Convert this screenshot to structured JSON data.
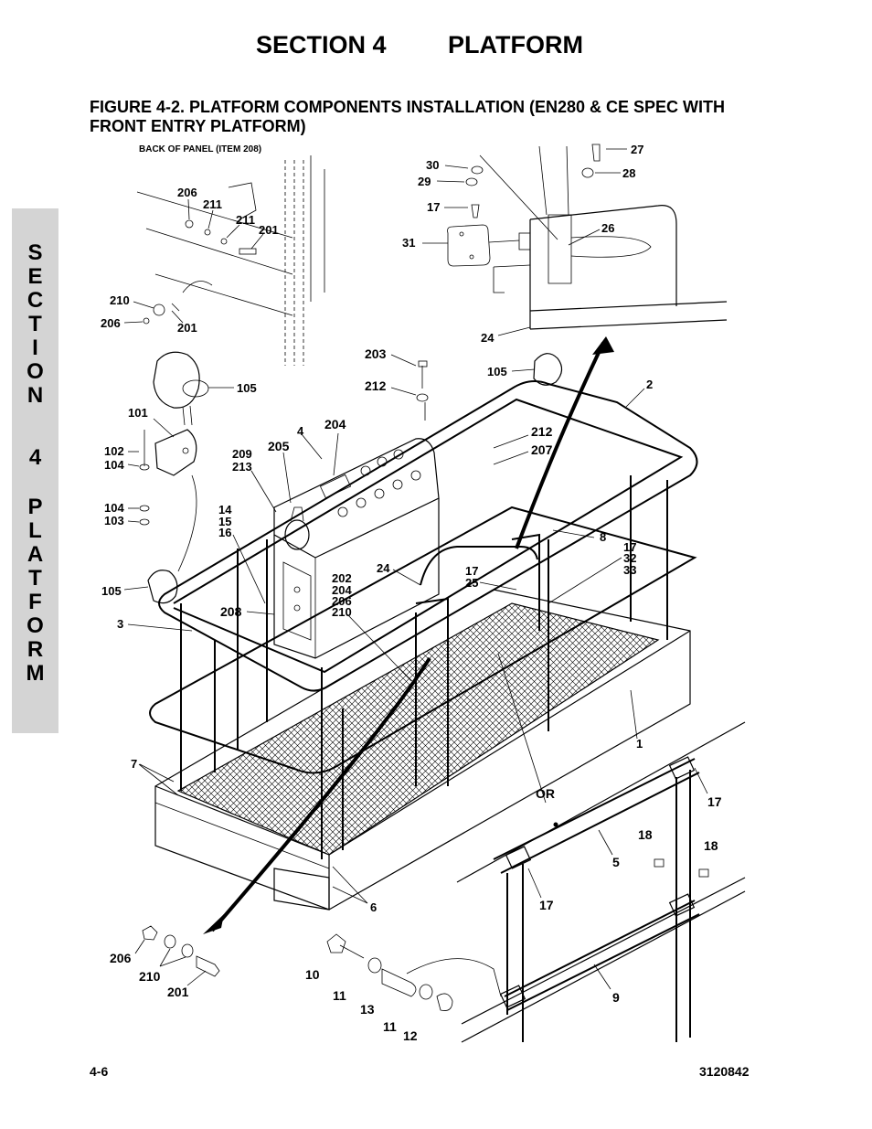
{
  "header": {
    "section": "SECTION 4",
    "title": "PLATFORM"
  },
  "figure": {
    "title": "FIGURE 4-2. PLATFORM COMPONENTS INSTALLATION (EN280 & CE SPEC WITH FRONT ENTRY PLATFORM)",
    "note": "BACK OF PANEL (ITEM 208)",
    "or_label": "OR"
  },
  "side_tab": [
    "S",
    "E",
    "C",
    "T",
    "I",
    "O",
    "N",
    "4",
    "P",
    "L",
    "A",
    "T",
    "F",
    "O",
    "R",
    "M"
  ],
  "callouts": {
    "c206a": "206",
    "c211a": "211",
    "c211b": "211",
    "c201a": "201",
    "c210a": "210",
    "c206b": "206",
    "c201b": "201",
    "c30": "30",
    "c29": "29",
    "c17a": "17",
    "c31": "31",
    "c27": "27",
    "c28": "28",
    "c26": "26",
    "c24a": "24",
    "c203": "203",
    "c212a": "212",
    "c105a": "105",
    "c2": "2",
    "c105b": "105",
    "c101": "101",
    "c102": "102",
    "c104a": "104",
    "c104b": "104",
    "c103": "103",
    "c4": "4",
    "c204": "204",
    "c205": "205",
    "c209": "209",
    "c213": "213",
    "c212b": "212",
    "c207": "207",
    "c14": "14",
    "c15": "15",
    "c16": "16",
    "c8": "8",
    "c17b": "17",
    "c32": "32",
    "c33": "33",
    "c24b": "24",
    "c17c": "17",
    "c25": "25",
    "c202": "202",
    "c204b": "204",
    "c206c": "206",
    "c210b": "210",
    "c105c": "105",
    "c208": "208",
    "c3": "3",
    "c1": "1",
    "c7": "7",
    "c17d": "17",
    "c18a": "18",
    "c18b": "18",
    "c5": "5",
    "c17e": "17",
    "c9": "9",
    "c6": "6",
    "c206d": "206",
    "c210c": "210",
    "c201c": "201",
    "c10": "10",
    "c11a": "11",
    "c13": "13",
    "c11b": "11",
    "c12": "12"
  },
  "footer": {
    "page": "4-6",
    "doc_number": "3120842"
  }
}
